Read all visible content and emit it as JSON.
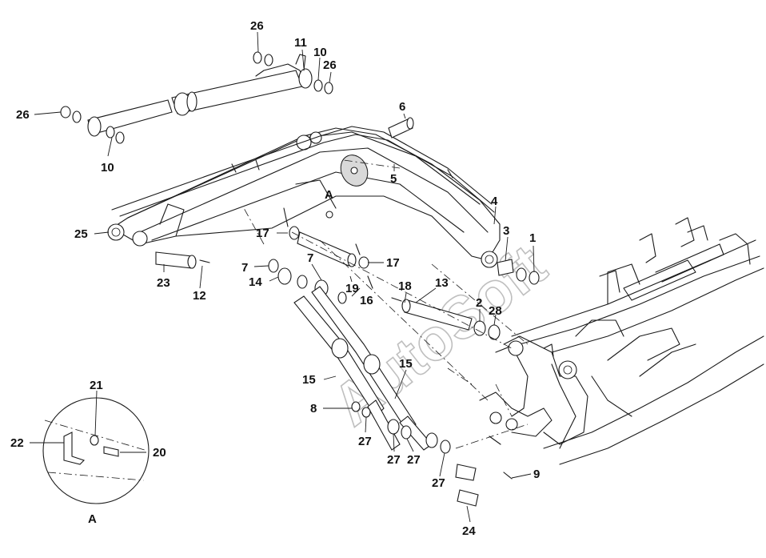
{
  "watermark": "AutoSoft",
  "detail_label": "A",
  "callouts": [
    {
      "id": "c1",
      "text": "1"
    },
    {
      "id": "c2",
      "text": "2"
    },
    {
      "id": "c3",
      "text": "3"
    },
    {
      "id": "c4",
      "text": "4"
    },
    {
      "id": "c5",
      "text": "5"
    },
    {
      "id": "c6",
      "text": "6"
    },
    {
      "id": "c7a",
      "text": "7"
    },
    {
      "id": "c7b",
      "text": "7"
    },
    {
      "id": "c8",
      "text": "8"
    },
    {
      "id": "c9",
      "text": "9"
    },
    {
      "id": "c10a",
      "text": "10"
    },
    {
      "id": "c10b",
      "text": "10"
    },
    {
      "id": "c11",
      "text": "11"
    },
    {
      "id": "c12",
      "text": "12"
    },
    {
      "id": "c13",
      "text": "13"
    },
    {
      "id": "c14",
      "text": "14"
    },
    {
      "id": "c15a",
      "text": "15"
    },
    {
      "id": "c15b",
      "text": "15"
    },
    {
      "id": "c16",
      "text": "16"
    },
    {
      "id": "c17a",
      "text": "17"
    },
    {
      "id": "c17b",
      "text": "17"
    },
    {
      "id": "c18",
      "text": "18"
    },
    {
      "id": "c19",
      "text": "19"
    },
    {
      "id": "c20",
      "text": "20"
    },
    {
      "id": "c21",
      "text": "21"
    },
    {
      "id": "c22",
      "text": "22"
    },
    {
      "id": "c23",
      "text": "23"
    },
    {
      "id": "c24",
      "text": "24"
    },
    {
      "id": "c25",
      "text": "25"
    },
    {
      "id": "c26a",
      "text": "26"
    },
    {
      "id": "c26b",
      "text": "26"
    },
    {
      "id": "c26c",
      "text": "26"
    },
    {
      "id": "c27a",
      "text": "27"
    },
    {
      "id": "c27b",
      "text": "27"
    },
    {
      "id": "c27c",
      "text": "27"
    },
    {
      "id": "c27d",
      "text": "27"
    },
    {
      "id": "c28",
      "text": "28"
    }
  ]
}
